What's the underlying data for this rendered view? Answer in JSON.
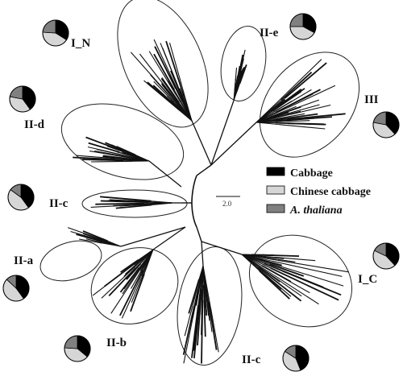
{
  "colors": {
    "cabbage": "#000000",
    "chinese_cabbage": "#d6d6d6",
    "a_thaliana": "#808080",
    "stroke": "#000000",
    "branch": "#111111"
  },
  "scale_bar": {
    "label": "2.0"
  },
  "legend": [
    {
      "label": "Cabbage",
      "color": "#000000",
      "italic": false
    },
    {
      "label": "Chinese cabbage",
      "color": "#d6d6d6",
      "italic": false
    },
    {
      "label": "A. thaliana",
      "color": "#808080",
      "italic": true
    }
  ],
  "groups": [
    {
      "id": "i-n",
      "label": "I_N",
      "pie": {
        "cabbage": 0.34,
        "chinese_cabbage": 0.42,
        "a_thaliana": 0.24
      }
    },
    {
      "id": "ii-e",
      "label": "II-e",
      "pie": {
        "cabbage": 0.33,
        "chinese_cabbage": 0.42,
        "a_thaliana": 0.25
      }
    },
    {
      "id": "iii",
      "label": "III",
      "pie": {
        "cabbage": 0.38,
        "chinese_cabbage": 0.4,
        "a_thaliana": 0.22
      }
    },
    {
      "id": "ii-d",
      "label": "II-d",
      "pie": {
        "cabbage": 0.4,
        "chinese_cabbage": 0.38,
        "a_thaliana": 0.22
      }
    },
    {
      "id": "ii-c1",
      "label": "II-c",
      "pie": {
        "cabbage": 0.4,
        "chinese_cabbage": 0.45,
        "a_thaliana": 0.15
      }
    },
    {
      "id": "ii-a",
      "label": "II-a",
      "pie": {
        "cabbage": 0.4,
        "chinese_cabbage": 0.47,
        "a_thaliana": 0.13
      }
    },
    {
      "id": "i-c",
      "label": "I_C",
      "pie": {
        "cabbage": 0.38,
        "chinese_cabbage": 0.44,
        "a_thaliana": 0.18
      }
    },
    {
      "id": "ii-b",
      "label": "II-b",
      "pie": {
        "cabbage": 0.36,
        "chinese_cabbage": 0.4,
        "a_thaliana": 0.24
      }
    },
    {
      "id": "ii-c2",
      "label": "II-c",
      "pie": {
        "cabbage": 0.44,
        "chinese_cabbage": 0.4,
        "a_thaliana": 0.16
      }
    }
  ]
}
